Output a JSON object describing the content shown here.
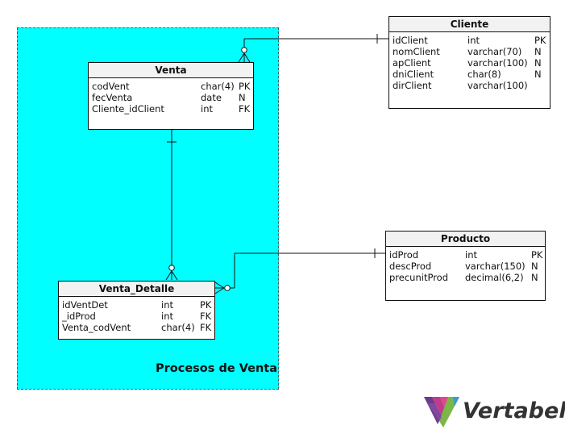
{
  "area": {
    "label": "Procesos de Venta",
    "color": "#00ffff"
  },
  "tables": {
    "venta": {
      "name": "Venta",
      "columns": [
        {
          "name": "codVent",
          "type": "char(4)",
          "key": "PK"
        },
        {
          "name": "fecVenta",
          "type": "date",
          "key": "N"
        },
        {
          "name": "Cliente_idClient",
          "type": "int",
          "key": "FK"
        }
      ]
    },
    "venta_detalle": {
      "name": "Venta_Detalle",
      "columns": [
        {
          "name": "idVentDet",
          "type": "int",
          "key": "PK"
        },
        {
          "name": "_idProd",
          "type": "int",
          "key": "FK"
        },
        {
          "name": "Venta_codVent",
          "type": "char(4)",
          "key": "FK"
        }
      ]
    },
    "cliente": {
      "name": "Cliente",
      "columns": [
        {
          "name": "idClient",
          "type": "int",
          "key": "PK"
        },
        {
          "name": "nomClient",
          "type": "varchar(70)",
          "key": "N"
        },
        {
          "name": "apClient",
          "type": "varchar(100)",
          "key": "N"
        },
        {
          "name": "dniClient",
          "type": "char(8)",
          "key": "N"
        },
        {
          "name": "dirClient",
          "type": "varchar(100)",
          "key": ""
        }
      ]
    },
    "producto": {
      "name": "Producto",
      "columns": [
        {
          "name": "idProd",
          "type": "int",
          "key": "PK"
        },
        {
          "name": "descProd",
          "type": "varchar(150)",
          "key": "N"
        },
        {
          "name": "precunitProd",
          "type": "decimal(6,2)",
          "key": "N"
        }
      ]
    }
  },
  "logo": {
    "text": "Vertabelo"
  }
}
